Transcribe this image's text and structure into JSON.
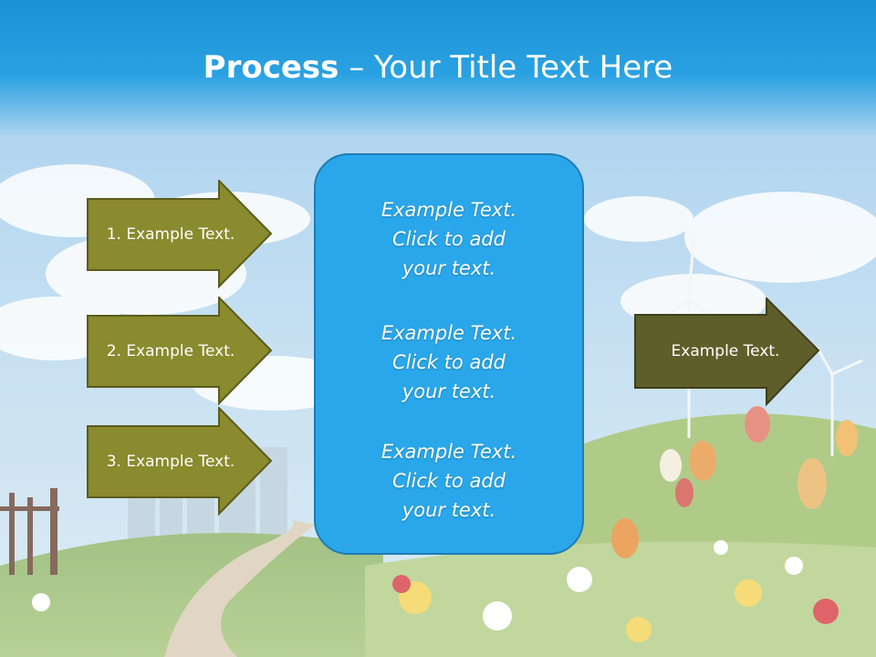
{
  "slide": {
    "title_bold": "Process",
    "title_dash": " – ",
    "title_rest": "Your Title Text Here",
    "left_arrows": [
      {
        "label": "1. Example Text."
      },
      {
        "label": "2. Example Text."
      },
      {
        "label": "3. Example Text."
      }
    ],
    "center_blocks": [
      {
        "lines": [
          "Example Text.",
          "Click  to add",
          "your text."
        ]
      },
      {
        "lines": [
          "Example Text.",
          "Click  to add",
          "your text."
        ]
      },
      {
        "lines": [
          "Example Text.",
          "Click  to add",
          "your text."
        ]
      }
    ],
    "right_arrow": {
      "label": "Example Text."
    }
  },
  "colors": {
    "left_arrow_fill": "#8a8a2e",
    "right_arrow_fill": "#5e5e2a",
    "center_box_fill": "#2aa7ea",
    "title_bar": "#1a8fd6"
  }
}
